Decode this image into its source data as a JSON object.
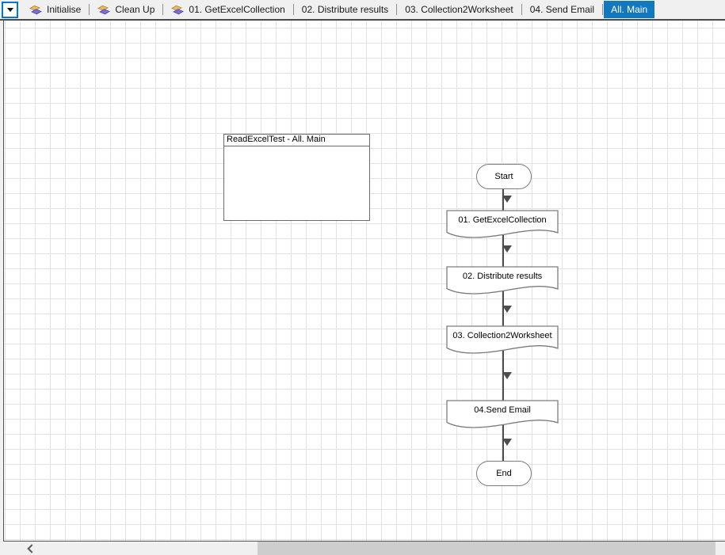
{
  "tabbar": {
    "overflow_button": {
      "icon": "dropdown-arrow"
    },
    "tabs": [
      {
        "label": "Initialise",
        "has_icon": true,
        "active": false
      },
      {
        "label": "Clean Up",
        "has_icon": true,
        "active": false
      },
      {
        "label": "01. GetExcelCollection",
        "has_icon": true,
        "active": false
      },
      {
        "label": "02. Distribute results",
        "has_icon": false,
        "active": false
      },
      {
        "label": "03. Collection2Worksheet",
        "has_icon": false,
        "active": false
      },
      {
        "label": "04. Send Email",
        "has_icon": false,
        "active": false
      },
      {
        "label": "All. Main",
        "has_icon": false,
        "active": true
      }
    ]
  },
  "canvas": {
    "info_box": {
      "title": "ReadExcelTest - All. Main"
    },
    "flowchart": {
      "start": {
        "label": "Start",
        "type": "stadium"
      },
      "pages": [
        {
          "label": "01. GetExcelCollection",
          "type": "page"
        },
        {
          "label": "02. Distribute results",
          "type": "page"
        },
        {
          "label": "03. Collection2Worksheet",
          "type": "page"
        },
        {
          "label": "04.Send Email",
          "type": "page"
        }
      ],
      "end": {
        "label": "End",
        "type": "stadium"
      }
    }
  },
  "scrollbar": {
    "left_arrow_icon": "chevron-left"
  },
  "colors": {
    "active_tab_bg": "#1478be",
    "active_tab_text": "#ffffff",
    "tab_strip_bg": "#f0f0f0",
    "tab_icon_gold": "#e7bc63",
    "tab_icon_purple": "#7a6fd8",
    "overflow_button_border": "#0078d7",
    "grid_line": "#e2e2e2",
    "shape_border": "#7d7d7d",
    "connector": "#4d4d4d",
    "canvas_border": "#555555",
    "scrollbar_track": "#f0f0f0",
    "scrollbar_thumb": "#cdcdcd"
  }
}
